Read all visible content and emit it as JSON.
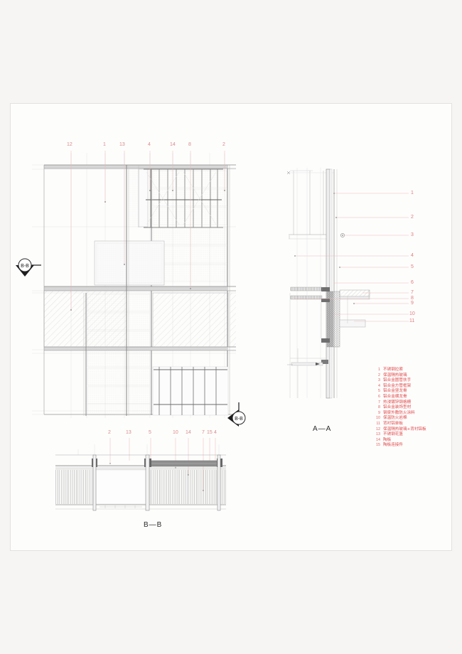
{
  "drawing": {
    "sheet_title": "",
    "views": [
      {
        "id": "elevation",
        "label": ""
      },
      {
        "id": "section-aa",
        "label": "A—A"
      },
      {
        "id": "section-bb",
        "label": "B—B"
      }
    ],
    "section_markers": [
      {
        "name": "marker-b",
        "label": "B",
        "direction": "right"
      },
      {
        "name": "marker-b2",
        "label": "B",
        "direction": "left"
      }
    ],
    "callouts": {
      "elevation_top": [
        "12",
        "1",
        "13",
        "4",
        "14",
        "8",
        "2"
      ],
      "section_aa_right": [
        "1",
        "2",
        "3",
        "4",
        "5",
        "6",
        "7",
        "8",
        "9",
        "10",
        "11"
      ],
      "section_bb_top": [
        "2",
        "13",
        "5",
        "10",
        "14",
        "7",
        "15",
        "4"
      ]
    },
    "legend": {
      "items": [
        {
          "index": "1",
          "text": "不锈钢拉索"
        },
        {
          "index": "2",
          "text": "保温隔热玻璃"
        },
        {
          "index": "3",
          "text": "铝合金圆管扶手"
        },
        {
          "index": "4",
          "text": "铝合金方管框架"
        },
        {
          "index": "5",
          "text": "铝合金竖龙骨"
        },
        {
          "index": "6",
          "text": "铝合金横龙骨"
        },
        {
          "index": "7",
          "text": "热浸镀锌钢格栅"
        },
        {
          "index": "8",
          "text": "铝合金装饰型材"
        },
        {
          "index": "9",
          "text": "钢梁外敷防火涂料"
        },
        {
          "index": "10",
          "text": "保温防火岩棉"
        },
        {
          "index": "11",
          "text": "背衬铝单板"
        },
        {
          "index": "12",
          "text": "保温隔热玻璃+背衬铝板"
        },
        {
          "index": "13",
          "text": "不锈钢花篮"
        },
        {
          "index": "14",
          "text": "陶板"
        },
        {
          "index": "15",
          "text": "陶板连接件"
        }
      ]
    },
    "colors": {
      "paper": "#fdfdfc",
      "background": "#f6f5f3",
      "line": "#8f8f8f",
      "line_light": "#c9c9c9",
      "callout_red": "#e04b4b",
      "hatch": "#b9b9b9",
      "fill_dark": "#8d8d8d"
    }
  }
}
